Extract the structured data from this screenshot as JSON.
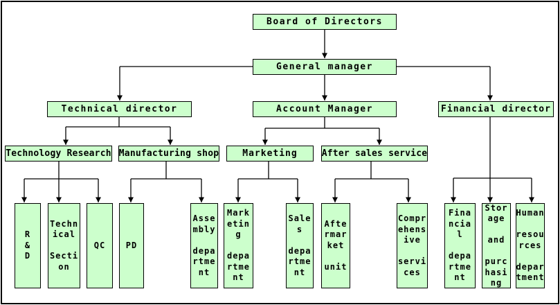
{
  "diagram": {
    "kind": "organization-chart",
    "colors": {
      "node_fill": "#ccffcc",
      "node_border": "#000000",
      "connector": "#000000",
      "background": "#ffffff"
    }
  },
  "nodes": {
    "board": {
      "label": "Board of Directors"
    },
    "general_manager": {
      "label": "General manager"
    },
    "technical_director": {
      "label": "Technical director"
    },
    "account_manager": {
      "label": "Account Manager"
    },
    "financial_director": {
      "label": "Financial director"
    },
    "technology_research": {
      "label": "Technology Research"
    },
    "manufacturing_shop": {
      "label": "Manufacturing shop"
    },
    "marketing": {
      "label": "Marketing"
    },
    "after_sales_service": {
      "label": "After sales service"
    },
    "rd": {
      "label": "R & D",
      "wrap": "R\n&\nD"
    },
    "technical_section": {
      "label": "Technical Section",
      "wrap": "Techn\nical\n\nSecti\non"
    },
    "qc": {
      "label": "QC",
      "wrap": "QC"
    },
    "pd": {
      "label": "PD",
      "wrap": "PD"
    },
    "assembly_department": {
      "label": "Assembly department",
      "wrap": "Asse\nmbly\n\ndepa\nrtme\nnt"
    },
    "marketing_department": {
      "label": "Marketing department",
      "wrap": "Mark\netin\ng\n\ndepa\nrtme\nnt"
    },
    "sales_department": {
      "label": "Sales department",
      "wrap": "Sale\ns\n\ndepa\nrtme\nnt"
    },
    "aftermarket_unit": {
      "label": "Aftermarket unit",
      "wrap": "Afte\nrmar\nket\n\nunit"
    },
    "comprehensive_services": {
      "label": "Comprehensive services",
      "wrap": "Compr\nehens\nive\n\nservi\nces"
    },
    "financial_department": {
      "label": "Financial department",
      "wrap": "Fina\nncia\nl\n\ndepa\nrtme\nnt"
    },
    "storage_and_purchasing": {
      "label": "Storage and purchasing",
      "wrap": "Stor\nage\n\nand\n\npurc\nhasi\nng"
    },
    "human_resources_department": {
      "label": "Human resources department",
      "wrap": "Human\n\nresou\nrces\n\ndepar\ntment"
    }
  },
  "edges": [
    [
      "board",
      "general_manager"
    ],
    [
      "general_manager",
      "technical_director"
    ],
    [
      "general_manager",
      "account_manager"
    ],
    [
      "general_manager",
      "financial_director"
    ],
    [
      "technical_director",
      "technology_research"
    ],
    [
      "technical_director",
      "manufacturing_shop"
    ],
    [
      "account_manager",
      "marketing"
    ],
    [
      "account_manager",
      "after_sales_service"
    ],
    [
      "technology_research",
      "rd"
    ],
    [
      "technology_research",
      "technical_section"
    ],
    [
      "technology_research",
      "qc"
    ],
    [
      "manufacturing_shop",
      "pd"
    ],
    [
      "manufacturing_shop",
      "assembly_department"
    ],
    [
      "marketing",
      "marketing_department"
    ],
    [
      "marketing",
      "sales_department"
    ],
    [
      "after_sales_service",
      "aftermarket_unit"
    ],
    [
      "after_sales_service",
      "comprehensive_services"
    ],
    [
      "financial_director",
      "financial_department"
    ],
    [
      "financial_director",
      "storage_and_purchasing"
    ],
    [
      "financial_director",
      "human_resources_department"
    ]
  ]
}
